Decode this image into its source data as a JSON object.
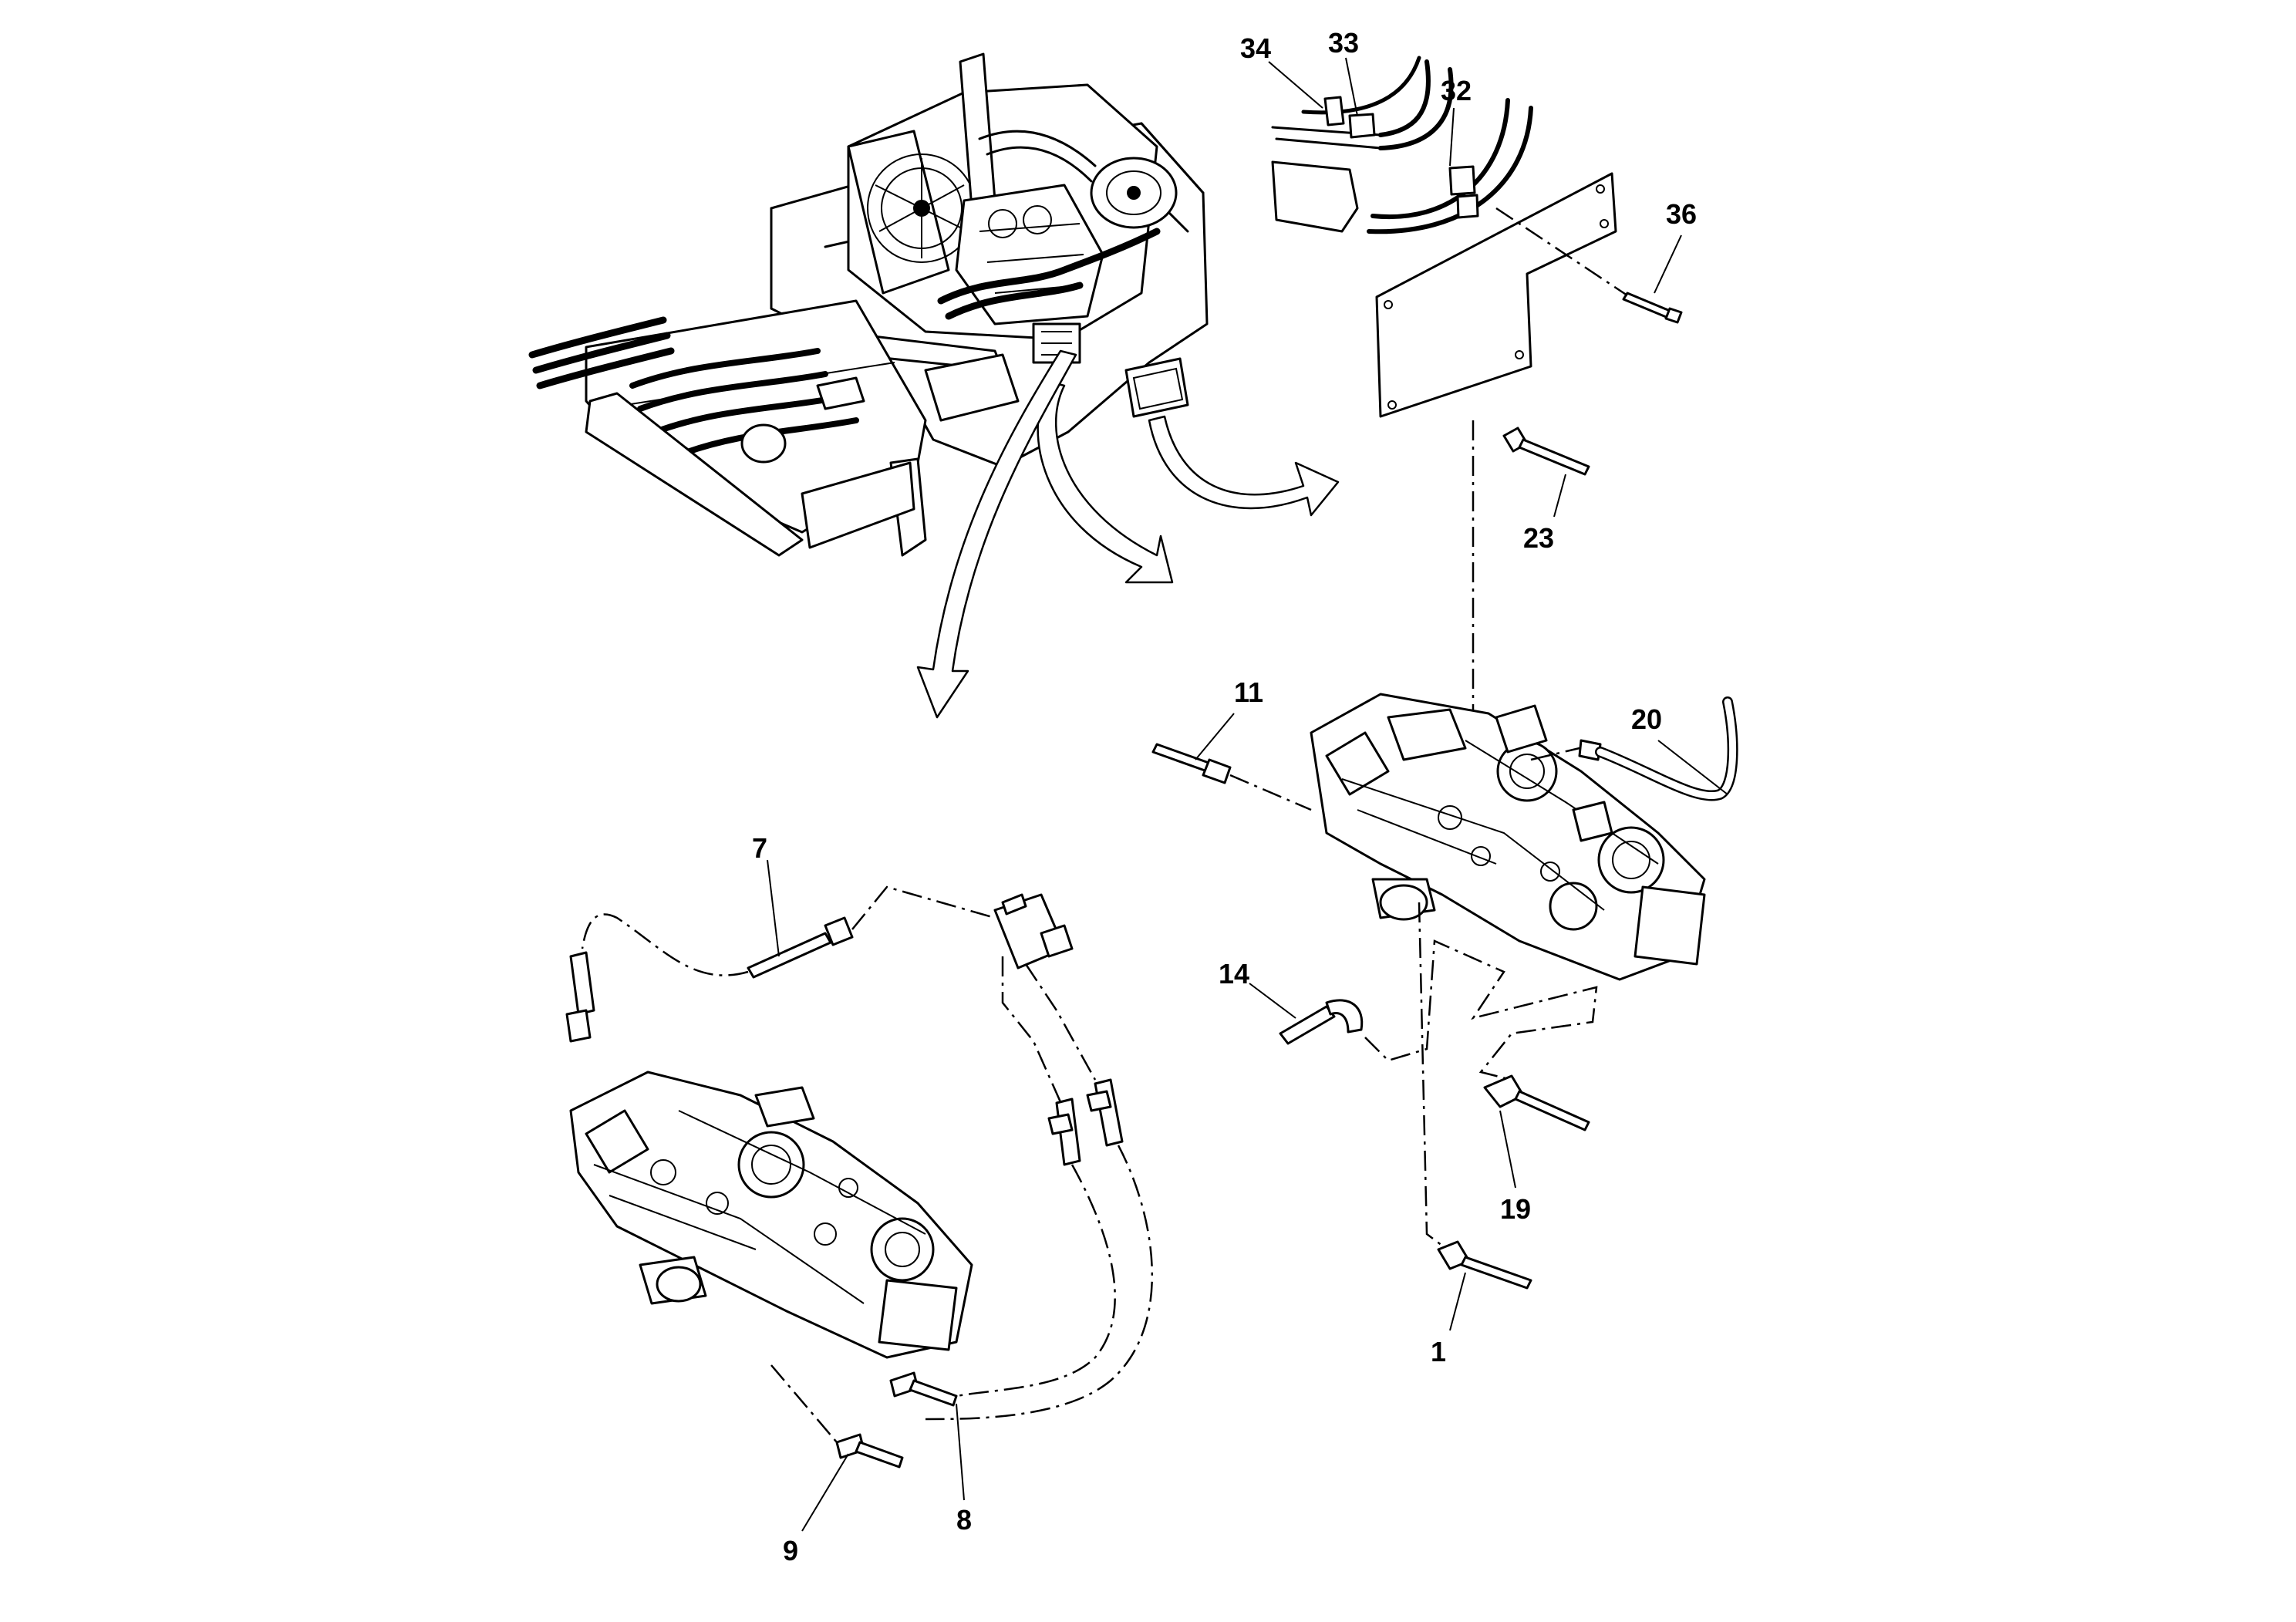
{
  "callouts": {
    "c1": "1",
    "c7": "7",
    "c8": "8",
    "c9": "9",
    "c11": "11",
    "c14": "14",
    "c19": "19",
    "c20": "20",
    "c23": "23",
    "c32": "32",
    "c33": "33",
    "c34": "34",
    "c36": "36"
  }
}
